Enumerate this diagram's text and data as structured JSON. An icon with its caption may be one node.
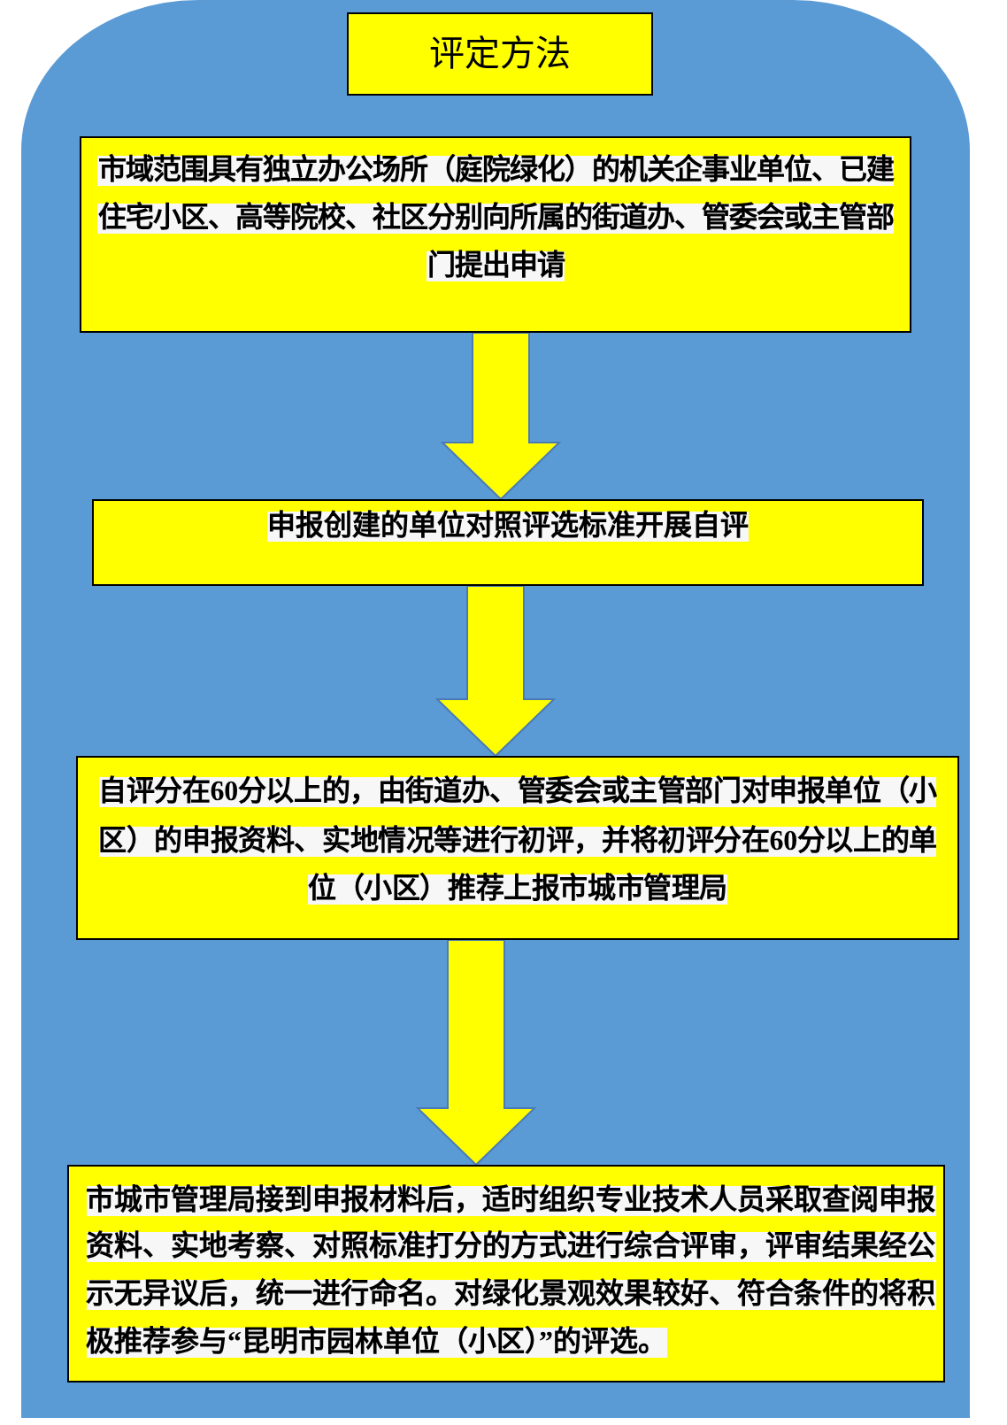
{
  "diagram": {
    "nodes": [
      {
        "text": [
          "评定方法"
        ]
      },
      {
        "text": [
          "市域范围具有独立办公场所（庭院绿化）的机关企事业单位、已建住宅小区、高等院校、社区分别向所属的街道办、管委会或主管部门提出申请"
        ]
      },
      {
        "text": [
          "申报创建的单位对照评选标准开展自评"
        ]
      },
      {
        "text": [
          "自评分在60分以上的，由街道办、管委会或主管部门对申报单位（小区）的申报资料、实地情况等进行初评，并将初评分在60分以上的单位（小区）推荐上报市城市管理局"
        ]
      },
      {
        "text": [
          "市城市管理局接到申报材料后，适时组织专业技术人员采取查阅申报资料、实地考察、对照标准打分的方式进行综合评审，评审结果经公示无异议后，统一进行命名。对绿化景观效果较好、符合条件的将积极推荐参与“昆明市园林单位（小区）”的评选。"
        ]
      }
    ],
    "edges": [
      {
        "from": 1,
        "to": 2,
        "arrow": "to"
      },
      {
        "from": 2,
        "to": 3,
        "arrow": "to"
      },
      {
        "from": 3,
        "to": 4,
        "arrow": "to"
      }
    ]
  }
}
